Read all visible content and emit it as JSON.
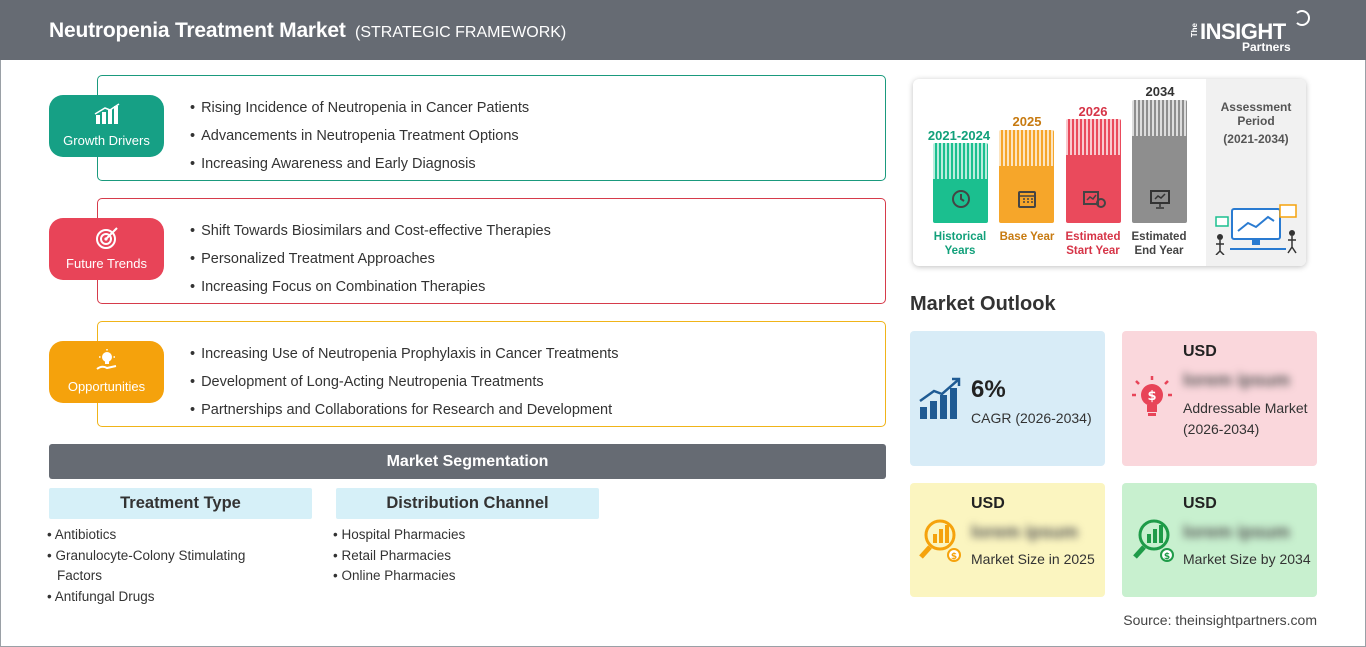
{
  "header": {
    "title": "Neutropenia Treatment Market",
    "subtitle": "(STRATEGIC FRAMEWORK)",
    "logo_the": "The",
    "logo_insight": "INSIGHT",
    "logo_partners": "Partners"
  },
  "framework": {
    "growth": {
      "label": "Growth Drivers",
      "items": [
        "Rising Incidence of Neutropenia in Cancer Patients",
        "Advancements in Neutropenia Treatment Options",
        "Increasing Awareness and Early Diagnosis"
      ]
    },
    "trends": {
      "label": "Future Trends",
      "items": [
        "Shift Towards Biosimilars and Cost-effective Therapies",
        "Personalized Treatment Approaches",
        "Increasing Focus on Combination Therapies"
      ]
    },
    "opportunities": {
      "label": "Opportunities",
      "items": [
        "Increasing Use of Neutropenia Prophylaxis in Cancer Treatments",
        "Development of Long-Acting Neutropenia Treatments",
        "Partnerships and Collaborations for Research and Development"
      ]
    }
  },
  "segmentation": {
    "title": "Market Segmentation",
    "treatment": {
      "heading": "Treatment Type",
      "items": [
        "Antibiotics",
        "Granulocyte-Colony Stimulating Factors",
        "Antifungal Drugs"
      ]
    },
    "distribution": {
      "heading": "Distribution Channel",
      "items": [
        "Hospital Pharmacies",
        "Retail Pharmacies",
        "Online Pharmacies"
      ]
    }
  },
  "timeline": {
    "historical": {
      "year": "2021-2024",
      "caption": "Historical Years",
      "color": "#1bbf8f"
    },
    "base": {
      "year": "2025",
      "caption": "Base Year",
      "color": "#f6a62a"
    },
    "start": {
      "year": "2026",
      "caption": "Estimated Start Year",
      "color": "#ea4a5c"
    },
    "end": {
      "year": "2034",
      "caption": "Estimated End Year",
      "color": "#8e8e8e"
    },
    "assessment_title": "Assessment Period",
    "assessment_period": "(2021-2034)"
  },
  "outlook": {
    "title": "Market Outlook",
    "cagr_value": "6%",
    "cagr_label": "CAGR (2026-2034)",
    "addressable_currency": "USD",
    "addressable_value": "lorem ipsum",
    "addressable_label": "Addressable Market (2026-2034)",
    "size2025_currency": "USD",
    "size2025_value": "lorem ipsum",
    "size2025_label": "Market Size in 2025",
    "size2034_currency": "USD",
    "size2034_value": "lorem ipsum",
    "size2034_label": "Market Size by 2034"
  },
  "source": "Source: theinsightpartners.com"
}
